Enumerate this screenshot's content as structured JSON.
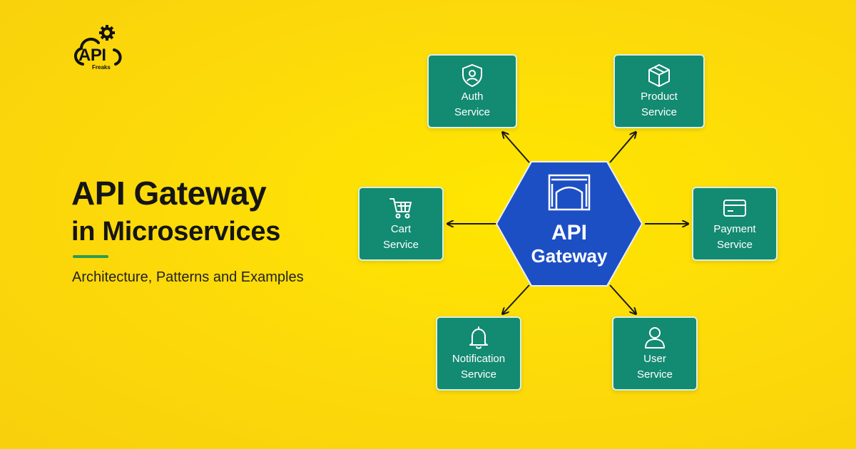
{
  "logo": {
    "text": "API",
    "subtext": "Freaks"
  },
  "title": {
    "line1": "API Gateway",
    "line2": "in Microservices"
  },
  "subtitle": "Architecture, Patterns and Examples",
  "gateway": {
    "line1": "API",
    "line2": "Gateway",
    "icon": "gateway-arch-icon"
  },
  "services": [
    {
      "line1": "Auth",
      "line2": "Service",
      "icon": "shield-user-icon"
    },
    {
      "line1": "Product",
      "line2": "Service",
      "icon": "box-icon"
    },
    {
      "line1": "Cart",
      "line2": "Service",
      "icon": "cart-icon"
    },
    {
      "line1": "Payment",
      "line2": "Service",
      "icon": "credit-card-icon"
    },
    {
      "line1": "Notification",
      "line2": "Service",
      "icon": "bell-icon"
    },
    {
      "line1": "User",
      "line2": "Service",
      "icon": "user-icon"
    }
  ],
  "colors": {
    "background": "#fde205",
    "service_box": "#138a72",
    "gateway": "#1d4fc4",
    "accent": "#2c9a55",
    "text": "#151515"
  }
}
